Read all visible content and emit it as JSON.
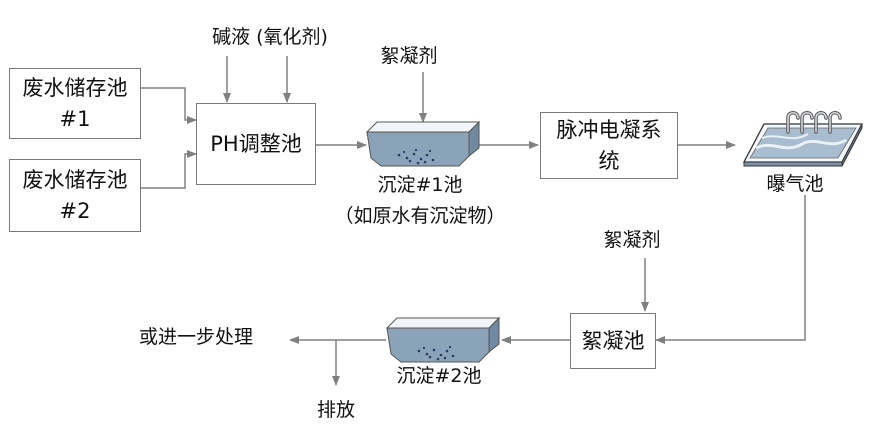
{
  "colors": {
    "line": "#808080",
    "box_border": "#7a7a7a",
    "tank_water": "#8aa3b8",
    "tank_frame": "#e8eef5",
    "tank_dots": "#2a3a66"
  },
  "nodes": {
    "storage1": "废水储存池\n#1",
    "storage2": "废水储存池\n#2",
    "ph_tank": "PH调整池",
    "pulse_ec": "脉冲电凝系\n统",
    "floc_tank": "絮凝池"
  },
  "labels": {
    "alkali": "碱液 (氧化剂)",
    "flocculant_top": "絮凝剂",
    "settle1": "沉淀#1池",
    "settle1_note": "（如原水有沉淀物）",
    "aeration": "曝气池",
    "flocculant_mid": "絮凝剂",
    "settle2": "沉淀#2池",
    "further": "或进一步处理",
    "discharge": "排放"
  },
  "icons": {
    "settle_tank_1": "settling-tank-icon",
    "aeration_tank": "aeration-tank-icon",
    "settle_tank_2": "settling-tank-icon"
  }
}
